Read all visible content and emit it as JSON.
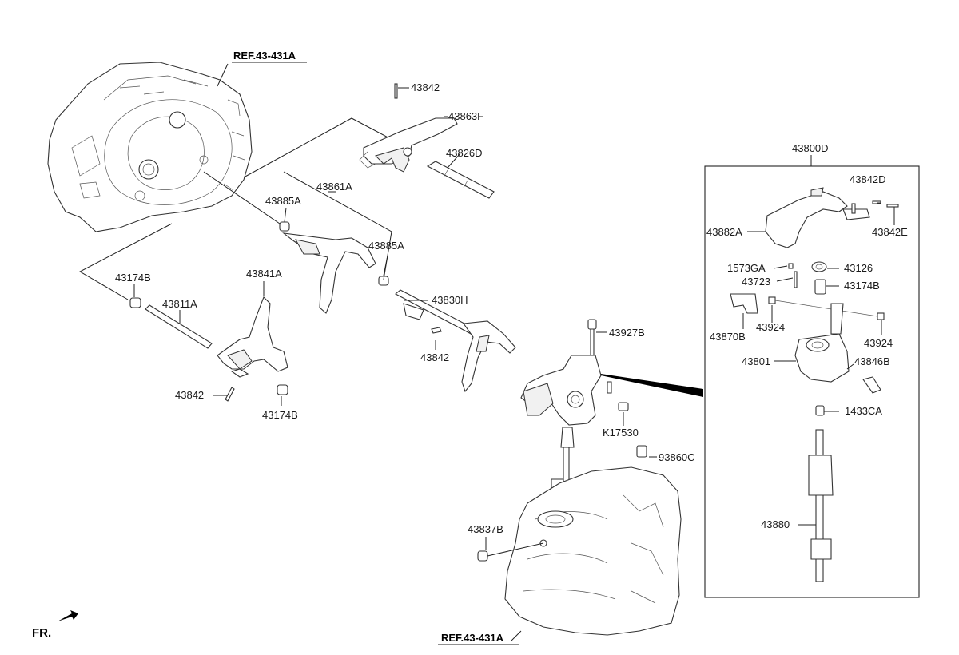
{
  "references": {
    "top": "REF.43-431A",
    "bottom": "REF.43-431A"
  },
  "front_marker": "FR.",
  "assembly_box_label": "43800D",
  "labels": {
    "p43842_top": "43842",
    "p43863F": "43863F",
    "p43826D": "43826D",
    "p43861A": "43861A",
    "p43885A_left": "43885A",
    "p43885A_right": "43885A",
    "p43174B_left": "43174B",
    "p43811A": "43811A",
    "p43841A": "43841A",
    "p43842_left": "43842",
    "p43174B_bottom": "43174B",
    "p43830H": "43830H",
    "p43842_mid": "43842",
    "p43927B": "43927B",
    "pK17530": "K17530",
    "p93860C": "93860C",
    "p43837B": "43837B",
    "p43842D": "43842D",
    "p43882A": "43882A",
    "p43842E": "43842E",
    "p1573GA": "1573GA",
    "p43126": "43126",
    "p43723": "43723",
    "p43174B_box": "43174B",
    "p43870B": "43870B",
    "p43924_left": "43924",
    "p43924_right": "43924",
    "p43801": "43801",
    "p43846B": "43846B",
    "p1433CA": "1433CA",
    "p43880": "43880"
  }
}
